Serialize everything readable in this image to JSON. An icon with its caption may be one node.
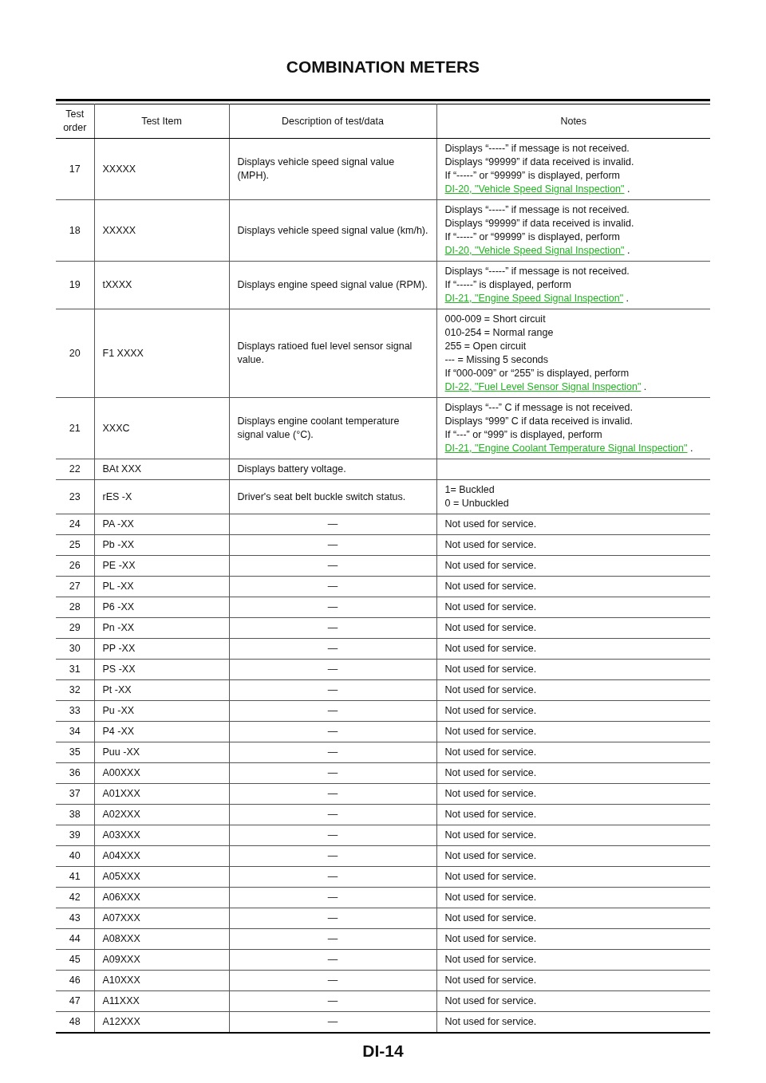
{
  "diagram": {
    "title": "COMBINATION METERS",
    "labels": [
      "Test order",
      "Test Item",
      "Description of test/data",
      "Notes",
      "17",
      "XXXXX",
      "Displays vehicle speed signal value (MPH).",
      "Displays “-----” if message is not received.",
      "Displays “99999” if data received is invalid.",
      "If “-----” or “99999” is displayed, perform",
      "DI-20, \"Vehicle Speed Signal Inspection\"",
      ".",
      "18",
      "XXXXX",
      "Displays vehicle speed signal value (km/h).",
      "Displays “-----” if message is not received.",
      "Displays “99999” if data received is invalid.",
      "If “-----” or “99999” is displayed, perform",
      "DI-20, \"Vehicle Speed Signal Inspection\"",
      ".",
      "19",
      "tXXXX",
      "Displays engine speed signal value (RPM).",
      "Displays “-----” if message is not received.",
      "If “-----” is displayed, perform",
      "DI-21, \"Engine Speed Signal Inspection\"",
      ".",
      "20",
      "F1 XXXX",
      "Displays ratioed fuel level sensor signal value.",
      "000-009 = Short circuit",
      "010-254 = Normal range",
      "255 = Open circuit",
      "--- = Missing 5 seconds",
      "If “000-009” or “255” is displayed, perform",
      "DI-22, \"Fuel Level Sensor Signal Inspection\"",
      ".",
      "21",
      "XXXC",
      "Displays engine coolant temperature signal value (°C).",
      "Displays “---” C if message is not received.",
      "Displays “999” C if data received is invalid.",
      "If “---” or “999” is displayed, perform",
      "DI-21, \"Engine Coolant Temperature Signal Inspection\"",
      ".",
      "22",
      "BAt XXX",
      "Displays battery voltage.",
      "23",
      "rES -X",
      "Driver's seat belt buckle switch status.",
      "1= Buckled",
      "0 = Unbuckled",
      "24",
      "PA -XX",
      "—",
      "Not used for service.",
      "25",
      "Pb -XX",
      "—",
      "Not used for service.",
      "26",
      "PE -XX",
      "—",
      "Not used for service.",
      "27",
      "PL -XX",
      "—",
      "Not used for service.",
      "28",
      "P6 -XX",
      "—",
      "Not used for service.",
      "29",
      "Pn -XX",
      "—",
      "Not used for service.",
      "30",
      "PP -XX",
      "—",
      "Not used for service.",
      "31",
      "PS -XX",
      "—",
      "Not used for service.",
      "32",
      "Pt -XX",
      "—",
      "Not used for service.",
      "33",
      "Pu -XX",
      "—",
      "Not used for service.",
      "34",
      "P4 -XX",
      "—",
      "Not used for service.",
      "35",
      "Puu -XX",
      "—",
      "Not used for service.",
      "36",
      "A00XXX",
      "—",
      "Not used for service.",
      "37",
      "A01XXX",
      "—",
      "Not used for service.",
      "38",
      "A02XXX",
      "—",
      "Not used for service.",
      "39",
      "A03XXX",
      "—",
      "Not used for service.",
      "40",
      "A04XXX",
      "—",
      "Not used for service.",
      "41",
      "A05XXX",
      "—",
      "Not used for service.",
      "42",
      "A06XXX",
      "—",
      "Not used for service.",
      "43",
      "A07XXX",
      "—",
      "Not used for service.",
      "44",
      "A08XXX",
      "—",
      "Not used for service.",
      "45",
      "A09XXX",
      "—",
      "Not used for service.",
      "46",
      "A10XXX",
      "—",
      "Not used for service.",
      "47",
      "A11XXX",
      "—",
      "Not used for service.",
      "48",
      "A12XXX",
      "—",
      "Not used for service.",
      "DI-14"
    ]
  }
}
